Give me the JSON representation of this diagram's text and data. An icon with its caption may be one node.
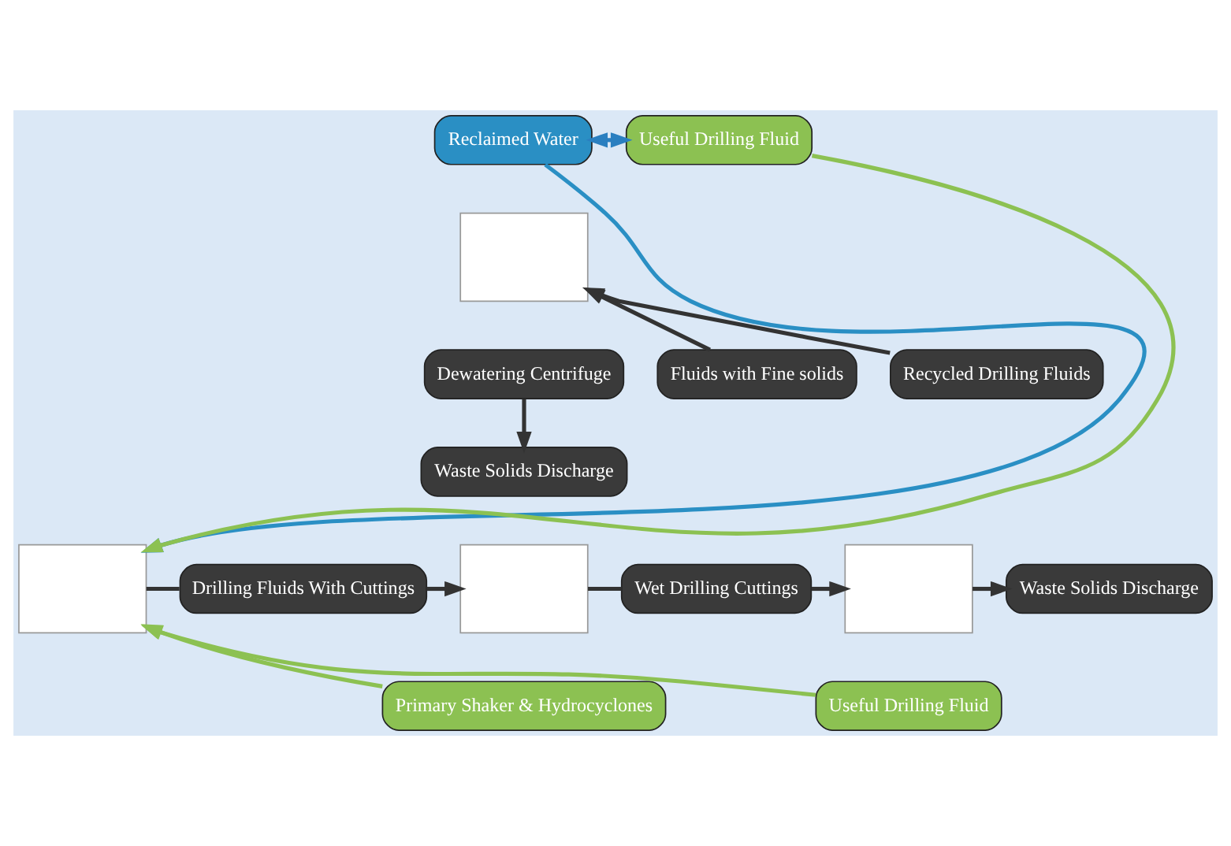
{
  "diagram": {
    "nodes": [
      {
        "text": [
          "Reclaimed Water"
        ]
      },
      {
        "text": [
          "Useful Drilling Fluid"
        ]
      },
      {
        "text": [],
        "shape": "box"
      },
      {
        "text": [
          "Dewatering Centrifuge"
        ]
      },
      {
        "text": [
          "Fluids with Fine solids"
        ]
      },
      {
        "text": [
          "Recycled Drilling Fluids"
        ]
      },
      {
        "text": [
          "Waste Solids Discharge"
        ]
      },
      {
        "text": [],
        "shape": "box"
      },
      {
        "text": [
          "Drilling Fluids With Cuttings"
        ]
      },
      {
        "text": [],
        "shape": "box"
      },
      {
        "text": [
          "Wet Drilling Cuttings"
        ]
      },
      {
        "text": [],
        "shape": "box"
      },
      {
        "text": [
          "Waste Solids Discharge"
        ]
      },
      {
        "text": [
          "Primary Shaker & Hydrocyclones"
        ]
      },
      {
        "text": [
          "Useful Drilling Fluid"
        ]
      }
    ],
    "edges": [
      {
        "from": 0,
        "to": 1,
        "arrow": "both",
        "color": "#2a7fc0"
      },
      {
        "from": 0,
        "to": 7,
        "arrow": "to",
        "color": "#2a8fc4"
      },
      {
        "from": 1,
        "to": 7,
        "arrow": "to",
        "color": "#8cc152"
      },
      {
        "from": 4,
        "to": 2,
        "arrow": "to"
      },
      {
        "from": 5,
        "to": 2,
        "arrow": "to"
      },
      {
        "from": 3,
        "to": 6,
        "arrow": "to"
      },
      {
        "from": 7,
        "to": 8,
        "arrow": "none"
      },
      {
        "from": 8,
        "to": 9,
        "arrow": "to"
      },
      {
        "from": 9,
        "to": 10,
        "arrow": "none"
      },
      {
        "from": 10,
        "to": 11,
        "arrow": "to"
      },
      {
        "from": 11,
        "to": 12,
        "arrow": "to"
      },
      {
        "from": 13,
        "to": 7,
        "arrow": "to",
        "color": "#8cc152"
      },
      {
        "from": 14,
        "to": 7,
        "arrow": "to",
        "color": "#8cc152"
      }
    ]
  }
}
